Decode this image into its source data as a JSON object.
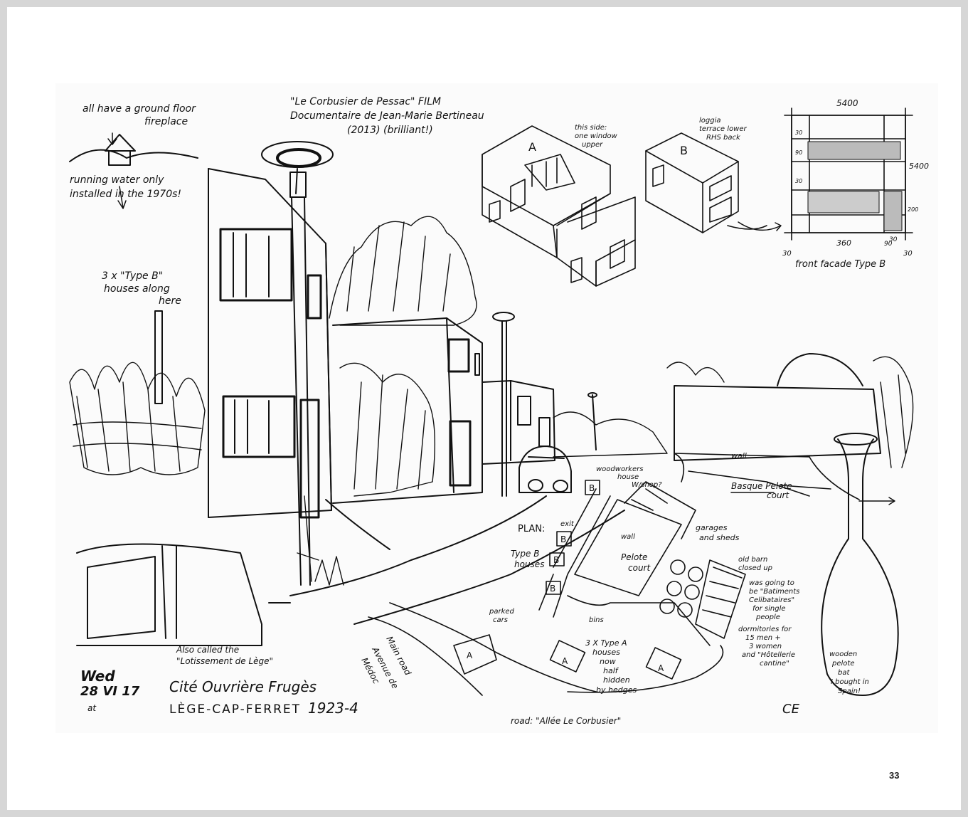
{
  "page": {
    "number": "33"
  },
  "sketch": {
    "title": "Cité Ouvrière Frugès",
    "location": "LÈGE-CAP-FERRET",
    "years": "1923-4",
    "date_day": "Wed",
    "date_value": "28 VI 17",
    "date_at": "at",
    "also_called_1": "Also called the",
    "also_called_2": "\"Lotissement de Lège\"",
    "signature": "CE",
    "film_line1": "\"Le Corbusier de Pessac\" FILM",
    "film_line2": "Documentaire de Jean-Marie Bertineau",
    "film_line3": "(2013) (brilliant!)",
    "fireplace_1": "all have a ground floor",
    "fireplace_2": "fireplace",
    "water_1": "running water only",
    "water_2": "installed in the 1970s!",
    "typeb_1": "3 x \"Type B\"",
    "typeb_2": "houses along",
    "typeb_3": "here",
    "iso_a_label": "A",
    "iso_b_label": "B",
    "iso_a_note_1": "this side:",
    "iso_a_note_2": "one window",
    "iso_a_note_3": "upper",
    "iso_b_note_1": "loggia",
    "iso_b_note_2": "terrace lower",
    "iso_b_note_3": "RHS back",
    "elev_dim_top": "5400",
    "elev_dim_side": "5400",
    "elev_dim_bottom": "360",
    "elev_dim_30_left": "30",
    "elev_dim_30_right": "30",
    "elev_dim_30_mid": "30",
    "elev_dim_90": "90",
    "elev_dim_200": "200",
    "elev_dim_side_30": "30",
    "elev_dim_side_90": "90",
    "elev_dim_side_a": "30",
    "elev_caption": "front facade Type B",
    "plan_label": "PLAN:",
    "plan_exit": "exit",
    "plan_typeb_1": "Type B",
    "plan_typeb_2": "houses",
    "plan_b": "B",
    "plan_woodworkers_1": "woodworkers",
    "plan_woodworkers_2": "house",
    "plan_woodworkers_3": "W/shop?",
    "plan_wall": "wall",
    "plan_wall2": "wall",
    "plan_garages_1": "garages",
    "plan_garages_2": "and sheds",
    "plan_pelote_1": "Pelote",
    "plan_pelote_2": "court",
    "plan_basque_1": "Basque Pelote",
    "plan_basque_2": "court",
    "plan_oldbarn_1": "old barn",
    "plan_oldbarn_2": "closed up",
    "plan_oldbarn_3": "was going to",
    "plan_oldbarn_4": "be \"Batiments",
    "plan_oldbarn_5": "Celibataires\"",
    "plan_oldbarn_6": "for single",
    "plan_oldbarn_7": "people",
    "plan_oldbarn_8": "dormitories for",
    "plan_oldbarn_9": "15 men +",
    "plan_oldbarn_10": "3 women",
    "plan_oldbarn_11": "and \"Hôtellerie",
    "plan_oldbarn_12": "cantine\"",
    "plan_parked_1": "parked",
    "plan_parked_2": "cars",
    "plan_bins": "bins",
    "plan_typea_1": "3 X Type A",
    "plan_typea_2": "houses",
    "plan_typea_3": "now",
    "plan_typea_4": "half",
    "plan_typea_5": "hidden",
    "plan_typea_6": "by hedges",
    "plan_a": "A",
    "plan_mainroad_1": "Main road",
    "plan_mainroad_2": "Avenue de",
    "plan_mainroad_3": "Médoc",
    "plan_road": "road: \"Allée Le Corbusier\"",
    "bat_1": "wooden",
    "bat_2": "pelote",
    "bat_3": "bat",
    "bat_4": "I bought in",
    "bat_5": "Spain!"
  }
}
